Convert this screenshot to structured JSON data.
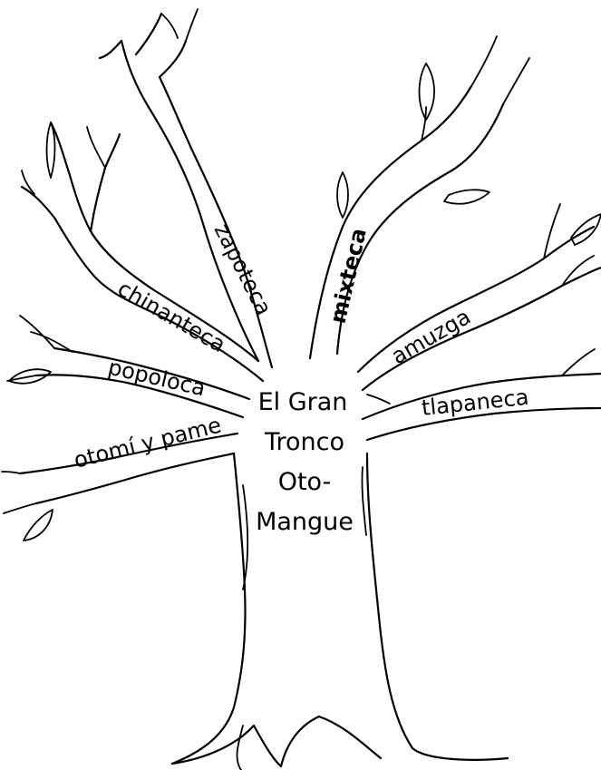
{
  "trunk": {
    "title_lines": [
      "El Gran",
      "Tronco",
      "Oto-",
      "Mangue"
    ]
  },
  "branches": {
    "zapoteca": "zapoteca",
    "mixteca": "mixteca",
    "chinanteca": "chinanteca",
    "amuzga": "amuzga",
    "popoloca": "popoloca",
    "tlapaneca": "tlapaneca",
    "otomi_pame": "otomí y pame"
  },
  "colors": {
    "ink": "#000000",
    "background": "#ffffff"
  }
}
